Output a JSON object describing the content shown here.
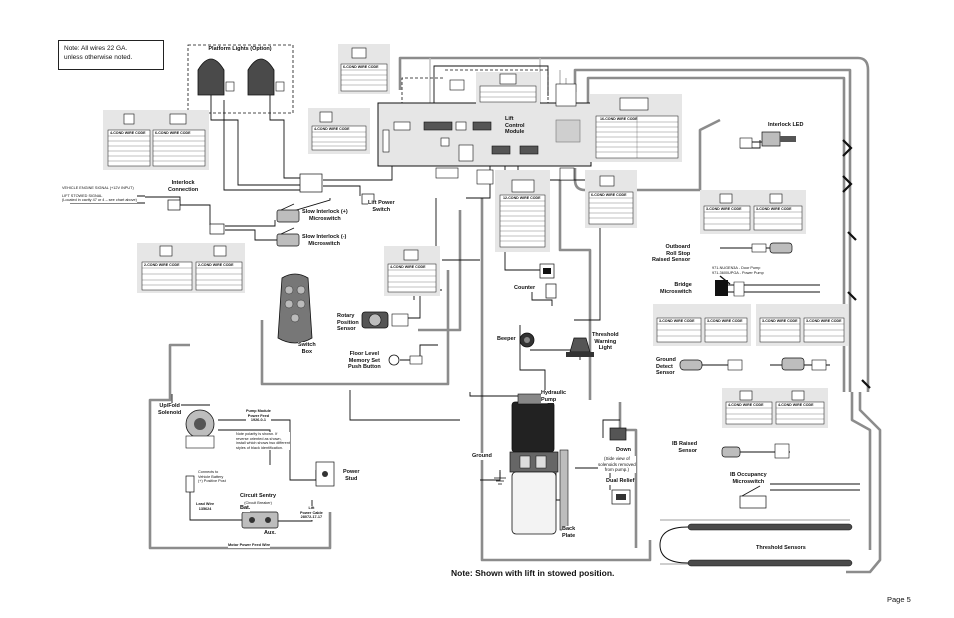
{
  "notes": {
    "wires": [
      "Note:  All wires 22 GA.",
      "unless otherwise noted."
    ],
    "bottom": "Note: Shown with lift in stowed position.",
    "page": "Page 5"
  },
  "labels": {
    "platform_lights": "Platform Lights (Option)",
    "lift_control_module": [
      "Lift",
      "Control",
      "Module"
    ],
    "interlock_connection": [
      "Interlock",
      "Connection"
    ],
    "lift_power_switch": [
      "Lift Power",
      "Switch"
    ],
    "slow_interlock_plus": [
      "Slow Interlock (+)",
      "Microswitch"
    ],
    "slow_interlock_minus": [
      "Slow Interlock (-)",
      "Microswitch"
    ],
    "interlock_led": "Interlock LED",
    "outboard_roll_stop": [
      "Outboard",
      "Roll Stop",
      "Raised Sensor"
    ],
    "bridge_microswitch": [
      "Bridge",
      "Microswitch"
    ],
    "ground_detect": [
      "Ground",
      "Detect",
      "Sensor"
    ],
    "ib_raised": [
      "IB Raised",
      "Sensor"
    ],
    "ib_occupancy": [
      "IB Occupancy",
      "Microswitch"
    ],
    "counter": "Counter",
    "rotary_position": [
      "Rotary",
      "Position",
      "Sensor"
    ],
    "switch_box": [
      "Switch",
      "Box"
    ],
    "floor_level": [
      "Floor Level",
      "Memory Set",
      "Push Button"
    ],
    "beeper": "Beeper",
    "threshold_warning": [
      "Threshold",
      "Warning",
      "Light"
    ],
    "upfold_solenoid": [
      "Up/Fold",
      "Solenoid"
    ],
    "hydraulic_pump": [
      "Hydraulic",
      "Pump"
    ],
    "ground": "Ground",
    "down": "Down",
    "down_note": [
      "(Side view of",
      "solenoids removed",
      "from pump.)"
    ],
    "dual_relief": "Dual Relief",
    "back_plate": [
      "Back",
      "Plate"
    ],
    "power_stud": [
      "Power",
      "Stud"
    ],
    "circuit_sentry": [
      "Circuit Sentry",
      "(Circuit Breaker)"
    ],
    "bat": "Bat.",
    "aux": "Aux.",
    "lead_wire": [
      "Lead Wire",
      "135624"
    ],
    "connects_to_battery": [
      "Connects to",
      "Vehicle Battery",
      "(+) Positive Post"
    ],
    "lift_power_cable": [
      "Lift",
      "Power Cable",
      "28072-17-17"
    ],
    "pump_module_power_feed": [
      "Pump Module",
      "Power Feed",
      "1926-0-1"
    ],
    "polarity_note": [
      "Note polarity is shown. If",
      "reverse oriented as shown,",
      "install which shows two different",
      "styles of black identification."
    ],
    "motor_power_feed": "Motor Power Feed Wire",
    "threshold_sensors": "Threshold Sensors",
    "vehicle_wires": [
      "VEHICLE ENGINE SIGNAL (+12V INPUT)",
      "LIFT STOWED SIGNAL",
      "(Located in cavity 47 or 4 – see chart above)"
    ],
    "bridge_codes": [
      "971-NUGEN3A - Door Pump",
      "971-3600UPGA - Power Pump"
    ]
  },
  "table_headers": {
    "two_conn": "2-COND WIRE CODE",
    "three_conn": "3-COND WIRE CODE",
    "four_conn": "4-COND WIRE CODE",
    "six_conn": "6-COND WIRE CODE",
    "twelve_conn": "12-COND WIRE CODE",
    "sixteen_conn": "16-COND WIRE CODE",
    "eight_conn": "8-COND WIRE CODE"
  },
  "colors": {
    "line": "#111111",
    "gray_harness": "#8c8c8c",
    "light_gray": "#bdbdbd",
    "panel_fill": "#e6e6e6",
    "dark_fill": "#333333"
  }
}
